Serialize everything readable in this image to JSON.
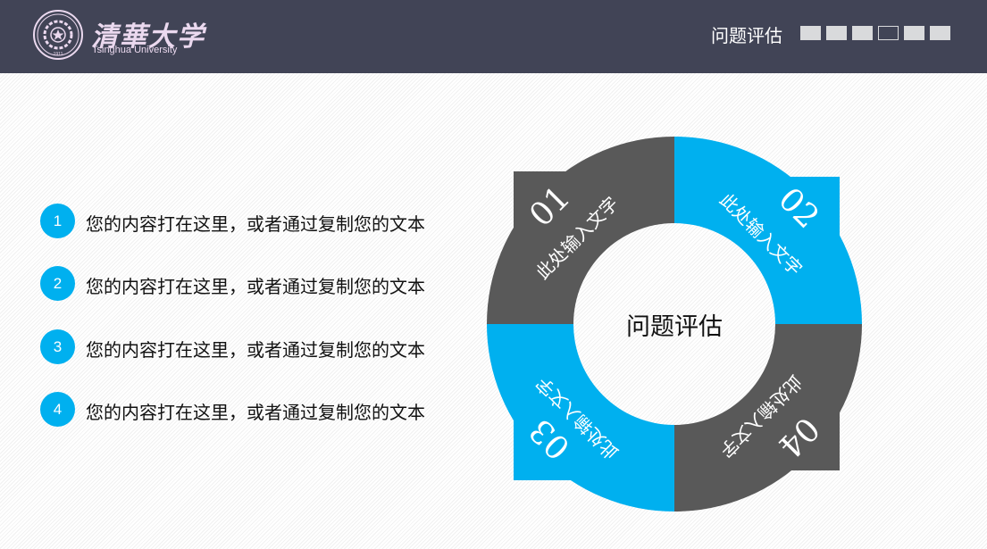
{
  "header": {
    "logo": {
      "cn": "清華大学",
      "en": "Tsinghua University",
      "seal_year": "1911"
    },
    "title": "问题评估",
    "pager": {
      "count": 6,
      "active_index": 3
    },
    "colors": {
      "background": "#414456",
      "logo": "#ebd9ef",
      "pager": "#d9dadc"
    }
  },
  "list": {
    "items": [
      {
        "number": "1",
        "text": "您的内容打在这里，或者通过复制您的文本"
      },
      {
        "number": "2",
        "text": "您的内容打在这里，或者通过复制您的文本"
      },
      {
        "number": "3",
        "text": "您的内容打在这里，或者通过复制您的文本"
      },
      {
        "number": "4",
        "text": "您的内容打在这里，或者通过复制您的文本"
      }
    ],
    "badge_color": "#00b0ef"
  },
  "diagram": {
    "center": "问题评估",
    "segments": [
      {
        "number": "01",
        "text": "此处输入文字",
        "color": "#595959",
        "position": "top-left"
      },
      {
        "number": "02",
        "text": "此处输入文字",
        "color": "#00b0ef",
        "position": "top-right"
      },
      {
        "number": "03",
        "text": "此处输入文字",
        "color": "#00b0ef",
        "position": "bottom-left"
      },
      {
        "number": "04",
        "text": "此处输入文字",
        "color": "#595959",
        "position": "bottom-right"
      }
    ]
  }
}
